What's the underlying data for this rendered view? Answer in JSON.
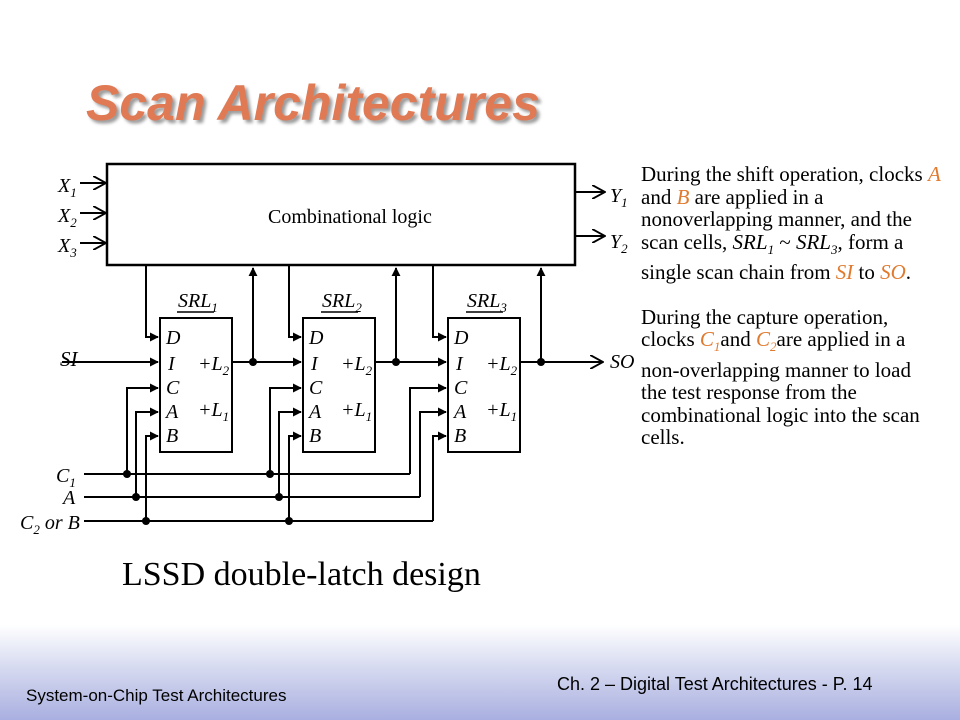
{
  "title": "Scan Architectures",
  "diagram": {
    "logic_label": "Combinational logic",
    "inputs": [
      {
        "base": "X",
        "sub": "1"
      },
      {
        "base": "X",
        "sub": "2"
      },
      {
        "base": "X",
        "sub": "3"
      }
    ],
    "outputs": [
      {
        "base": "Y",
        "sub": "1"
      },
      {
        "base": "Y",
        "sub": "2"
      }
    ],
    "cells": [
      {
        "base": "SRL",
        "sub": "1"
      },
      {
        "base": "SRL",
        "sub": "2"
      },
      {
        "base": "SRL",
        "sub": "3"
      }
    ],
    "cell_ports": {
      "d": "D",
      "i": "I",
      "c": "C",
      "a": "A",
      "b": "B",
      "l2": "+L",
      "l2_sub": "2",
      "l1": "+L",
      "l1_sub": "1"
    },
    "scan_in": "SI",
    "scan_out": "SO",
    "clock_lines": {
      "c1": "C",
      "c1_sub": "1",
      "a": "A",
      "c2": "C",
      "c2_sub": "2",
      "c2_suffix": " or B"
    }
  },
  "caption": "LSSD double-latch design",
  "description": {
    "shift": {
      "t1": "During the shift operation, clocks ",
      "a": "A",
      "t2": " and ",
      "b": "B",
      "t3": " are applied in a nonoverlapping manner, and the scan cells, ",
      "srl1": "SRL",
      "srl1_sub": "1",
      "t4": " ~ ",
      "srl3": "SRL",
      "srl3_sub": "3",
      "t5": ", form a single scan chain from ",
      "si": "SI",
      "t6": " to ",
      "so": "SO",
      "t7": "."
    },
    "capture": {
      "t1": "During the capture operation, clocks ",
      "c1": "C",
      "c1_sub": "1",
      "t2": "and ",
      "c2": "C",
      "c2_sub": "2",
      "t3": "are applied in a non-overlapping manner to load the test response from the combinational logic into the scan cells."
    }
  },
  "footer": {
    "left": "System-on-Chip Test Architectures",
    "right": "Ch. 2 – Digital Test Architectures - P. 14"
  },
  "colors": {
    "title": "#e07a54",
    "highlight": "#e07a2e",
    "footer_gradient_end": "#a9afe0"
  }
}
